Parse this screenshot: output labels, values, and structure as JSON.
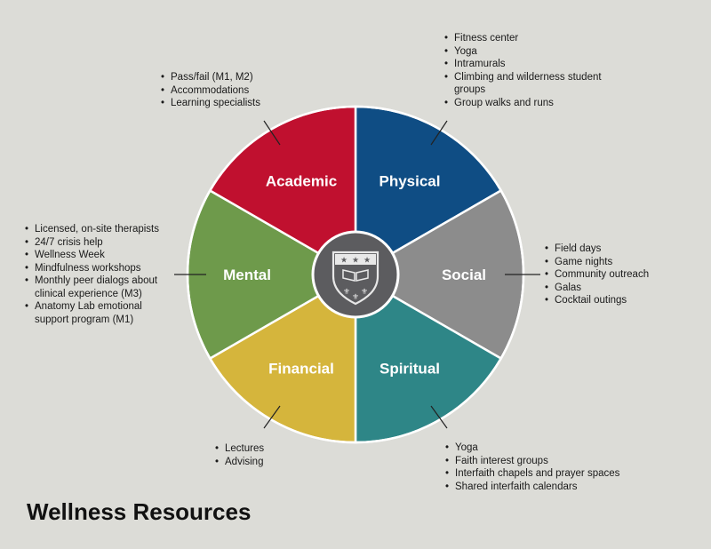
{
  "title": "Wellness Resources",
  "colors": {
    "background": "#dcdcd7",
    "academic": "#c0102f",
    "physical": "#0f4d84",
    "social": "#8c8c8c",
    "spiritual": "#2e8687",
    "financial": "#d5b53c",
    "mental": "#6e9a4b",
    "center": "#5c5c5f"
  },
  "center": {
    "icon": "university-shield-icon"
  },
  "categories": {
    "academic": {
      "label": "Academic",
      "items": [
        "Pass/fail (M1, M2)",
        "Accommodations",
        "Learning specialists"
      ]
    },
    "physical": {
      "label": "Physical",
      "items": [
        "Fitness center",
        "Yoga",
        "Intramurals",
        "Climbing and wilderness student groups",
        "Group walks and runs"
      ]
    },
    "social": {
      "label": "Social",
      "items": [
        "Field days",
        "Game nights",
        "Community outreach",
        "Galas",
        "Cocktail outings"
      ]
    },
    "spiritual": {
      "label": "Spiritual",
      "items": [
        "Yoga",
        "Faith interest groups",
        "Interfaith chapels and prayer spaces",
        "Shared interfaith calendars"
      ]
    },
    "financial": {
      "label": "Financial",
      "items": [
        "Lectures",
        "Advising"
      ]
    },
    "mental": {
      "label": "Mental",
      "items": [
        "Licensed, on-site therapists",
        "24/7 crisis help",
        "Wellness Week",
        "Mindfulness workshops",
        "Monthly peer dialogs about clinical experience (M3)",
        "Anatomy Lab emotional support program (M1)"
      ]
    }
  }
}
